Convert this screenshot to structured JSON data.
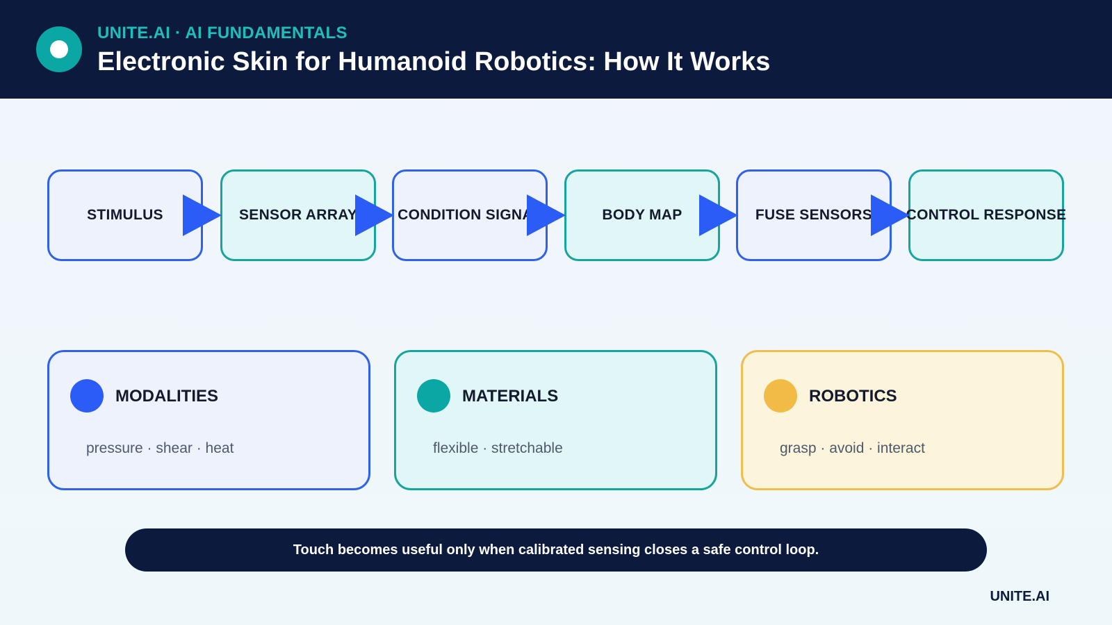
{
  "header": {
    "kicker": "UNITE.AI · AI FUNDAMENTALS",
    "title": "Electronic Skin for Humanoid Robotics: How It Works",
    "logo_icon": "ring-logo-icon"
  },
  "flow": {
    "steps": [
      {
        "label": "STIMULUS",
        "style": "blue"
      },
      {
        "label": "SENSOR ARRAY",
        "style": "teal"
      },
      {
        "label": "CONDITION\nSIGNAL",
        "style": "blue"
      },
      {
        "label": "BODY MAP",
        "style": "teal"
      },
      {
        "label": "FUSE SENSORS",
        "style": "blue"
      },
      {
        "label": "CONTROL\nRESPONSE",
        "style": "teal"
      }
    ],
    "arrow_icon": "arrow-right-icon",
    "arrow_color": "#2c5cf6"
  },
  "cards": [
    {
      "title": "MODALITIES",
      "subtitle": "pressure · shear · heat",
      "dot_color": "#2c5cf6"
    },
    {
      "title": "MATERIALS",
      "subtitle": "flexible · stretchable",
      "dot_color": "#0ba7a5"
    },
    {
      "title": "ROBOTICS",
      "subtitle": "grasp · avoid · interact",
      "dot_color": "#f1bb45"
    }
  ],
  "banner": {
    "text": "Touch becomes useful only when calibrated sensing closes a safe control loop."
  },
  "footer": {
    "brand": "UNITE.AI"
  },
  "colors": {
    "navy": "#0c1a3e",
    "teal": "#0ba7a5",
    "blue": "#2c5cf6",
    "amber": "#f1bb45"
  }
}
